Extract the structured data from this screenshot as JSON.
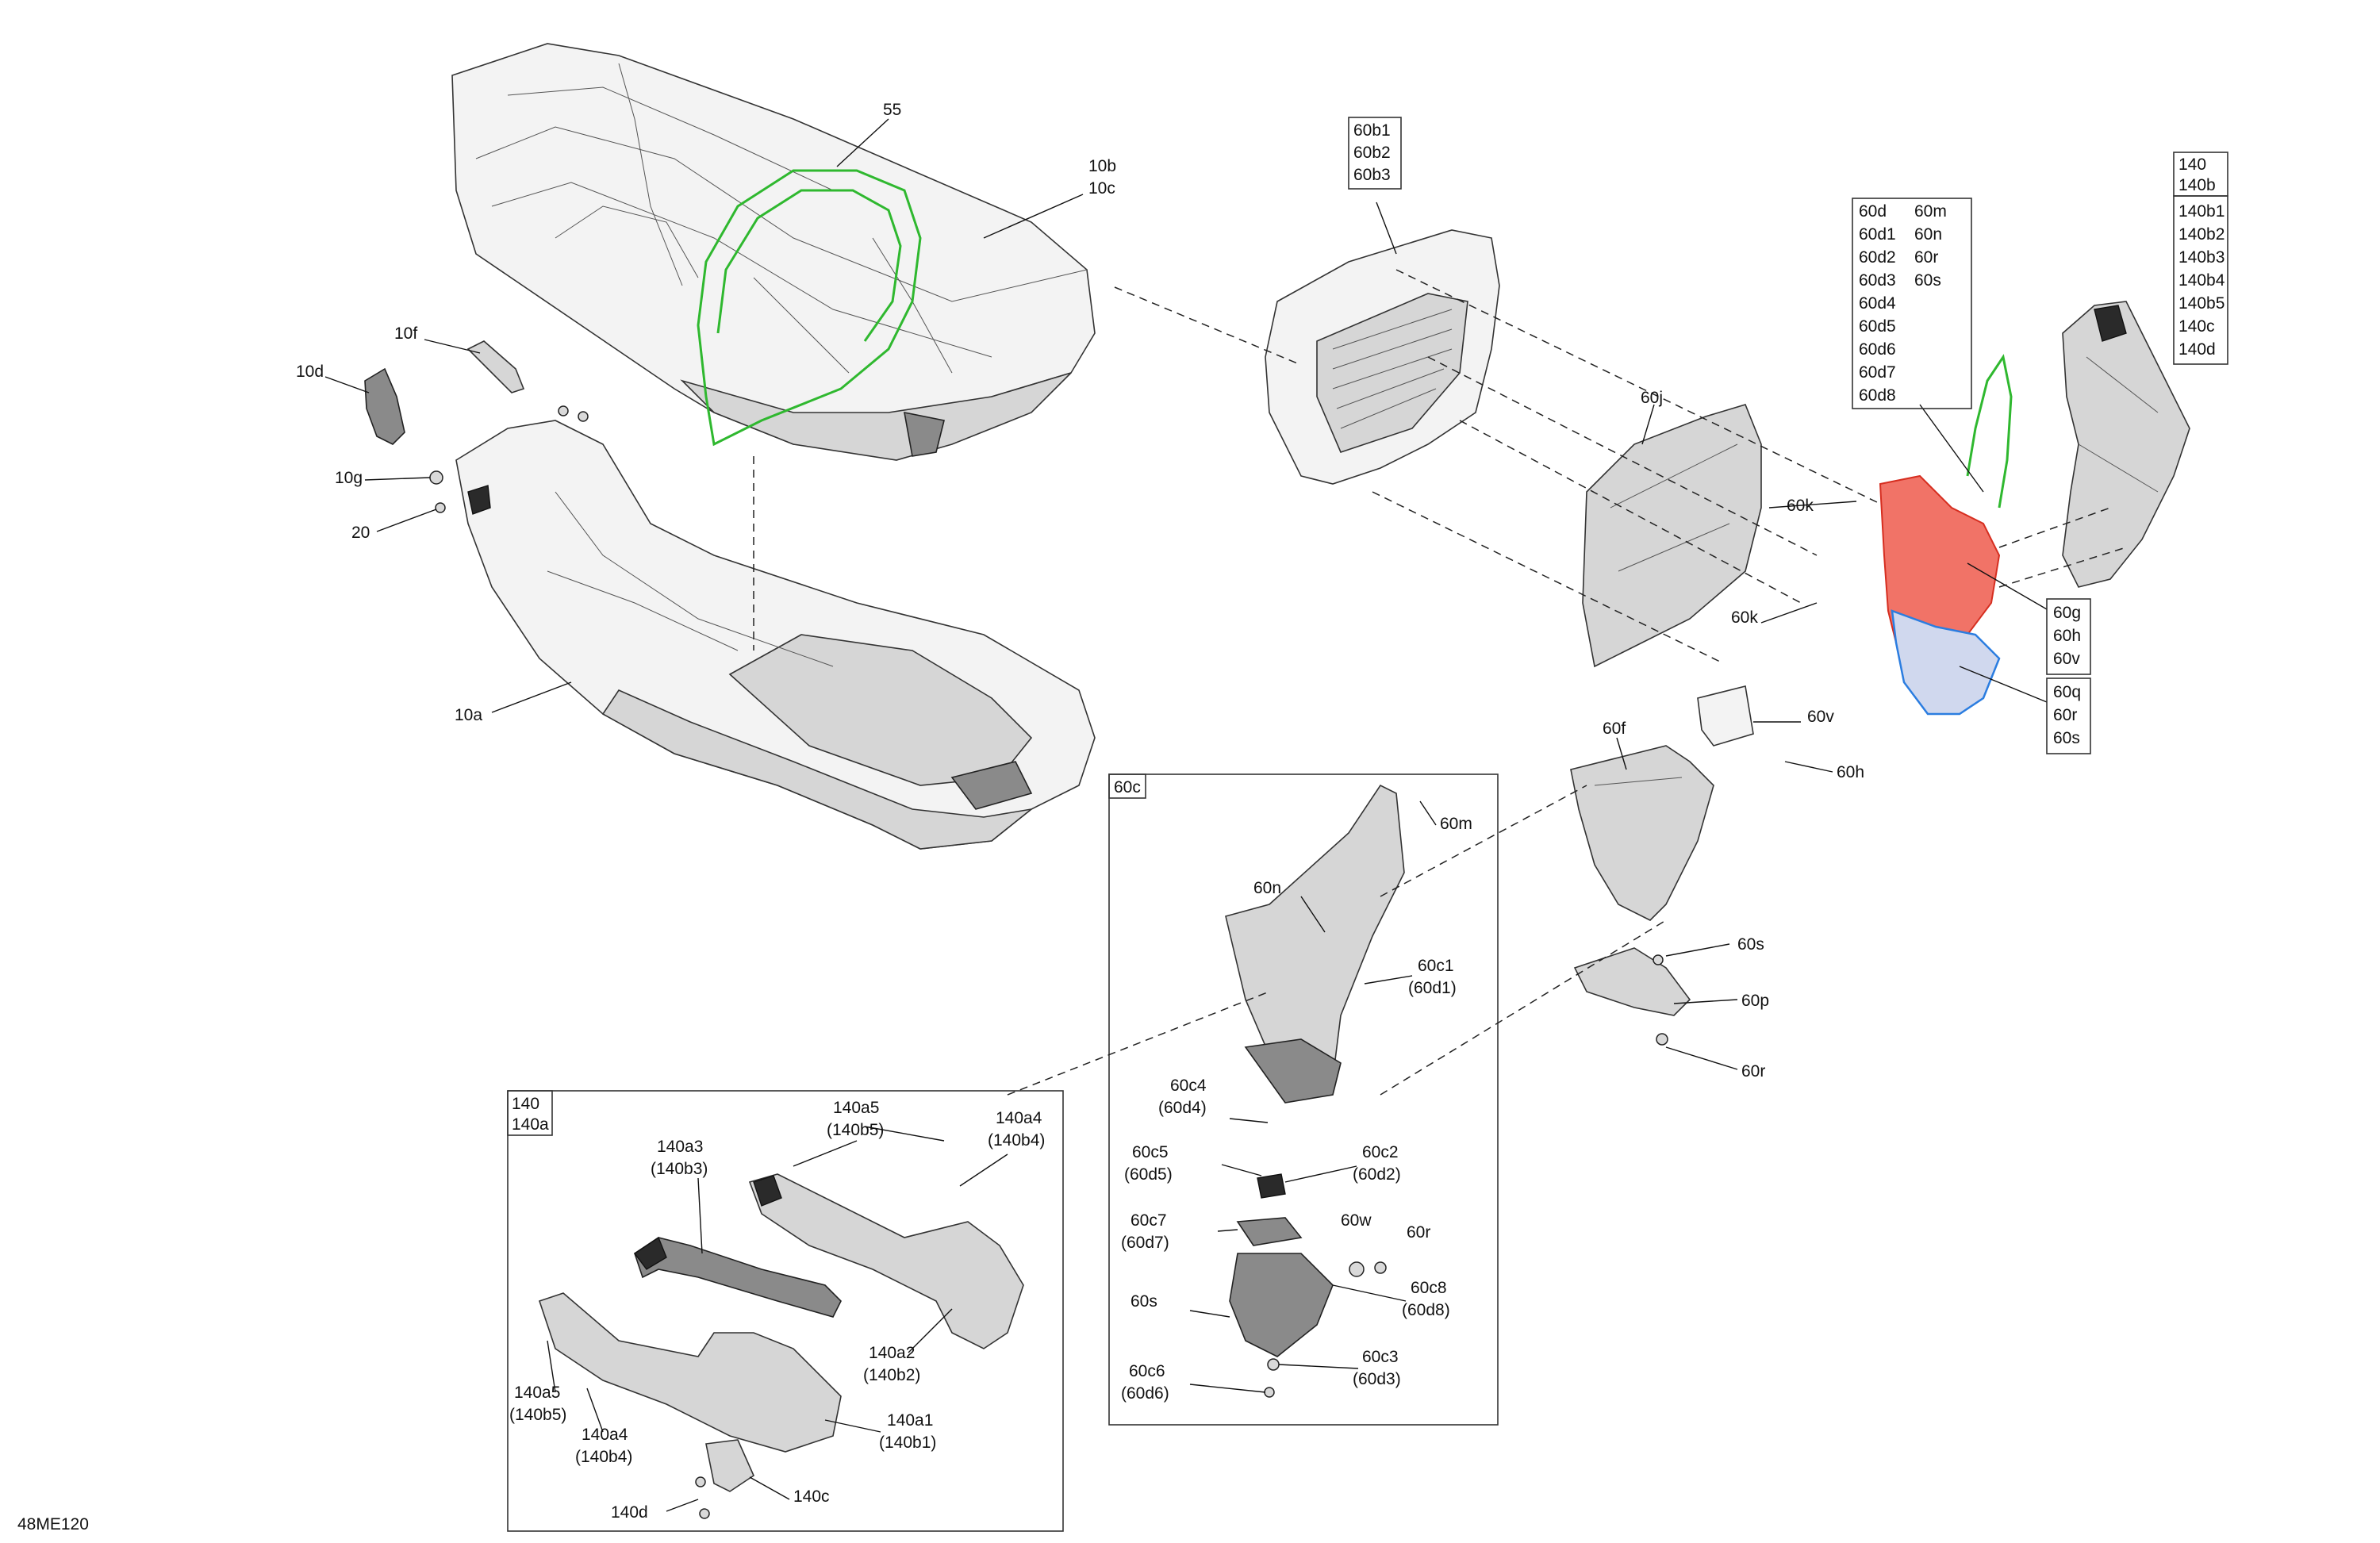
{
  "figure": {
    "reference_code": "48ME120",
    "colors": {
      "highlight_green": "#2fb82f",
      "highlight_red": "#ee5a4c",
      "highlight_blue": "#2b7de0"
    }
  },
  "callouts": {
    "c55": "55",
    "c10b": [
      "10b",
      "10c"
    ],
    "c10f": "10f",
    "c10d": "10d",
    "c10g": "10g",
    "c20": "20",
    "c10a": "10a",
    "c60b": [
      "60b1",
      "60b2",
      "60b3"
    ],
    "c60j": "60j",
    "c60k_top": "60k",
    "c60k_bottom": "60k",
    "c60d_left": [
      "60d",
      "60d1",
      "60d2",
      "60d3",
      "60d4",
      "60d5",
      "60d6",
      "60d7",
      "60d8"
    ],
    "c60d_right": [
      "60m",
      "60n",
      "60r",
      "60s"
    ],
    "c140_top": [
      "140",
      "140b"
    ],
    "c140_list": [
      "140b1",
      "140b2",
      "140b3",
      "140b4",
      "140b5",
      "140c",
      "140d"
    ],
    "c60g": [
      "60g",
      "60h",
      "60v"
    ],
    "c60q": [
      "60q",
      "60r",
      "60s"
    ],
    "c60f": "60f",
    "c60v": "60v",
    "c60h": "60h",
    "c60s": "60s",
    "c60p": "60p",
    "c60r": "60r"
  },
  "box_60c": {
    "title": "60c",
    "labels": {
      "l60m": "60m",
      "l60n": "60n",
      "l60c1": [
        "60c1",
        "(60d1)"
      ],
      "l60c4": [
        "60c4",
        "(60d4)"
      ],
      "l60c5": [
        "60c5",
        "(60d5)"
      ],
      "l60c2": [
        "60c2",
        "(60d2)"
      ],
      "l60c7": [
        "60c7",
        "(60d7)"
      ],
      "l60w": "60w",
      "l60r": "60r",
      "l60s": "60s",
      "l60c8": [
        "60c8",
        "(60d8)"
      ],
      "l60c6": [
        "60c6",
        "(60d6)"
      ],
      "l60c3": [
        "60c3",
        "(60d3)"
      ]
    }
  },
  "box_140": {
    "title": [
      "140",
      "140a"
    ],
    "labels": {
      "l140a5_top": [
        "140a5",
        "(140b5)"
      ],
      "l140a4_top": [
        "140a4",
        "(140b4)"
      ],
      "l140a3": [
        "140a3",
        "(140b3)"
      ],
      "l140a2": [
        "140a2",
        "(140b2)"
      ],
      "l140a5_bot": [
        "140a5",
        "(140b5)"
      ],
      "l140a4_bot": [
        "140a4",
        "(140b4)"
      ],
      "l140a1": [
        "140a1",
        "(140b1)"
      ],
      "l140d": "140d",
      "l140c": "140c"
    }
  }
}
